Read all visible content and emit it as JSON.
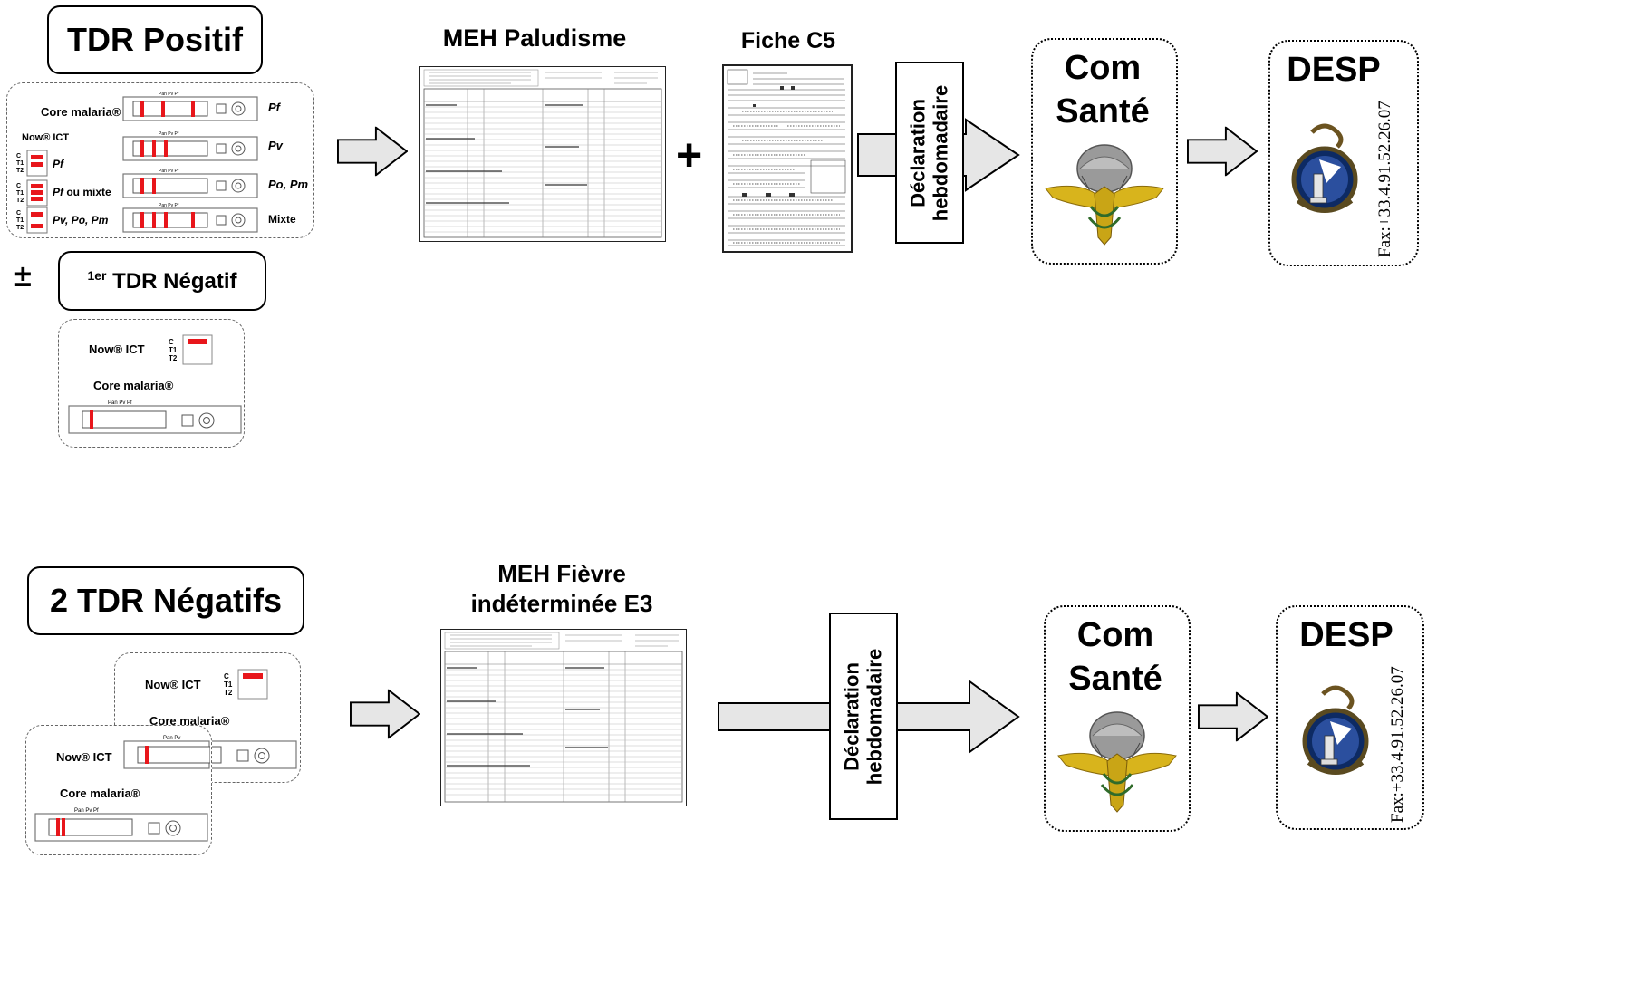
{
  "top": {
    "tdr_positif": "TDR Positif",
    "core_malaria": "Core malaria®",
    "now_ict": "Now® ICT",
    "strip_labels": [
      "Pf",
      "Pv",
      "Po, Pm",
      "Mixte"
    ],
    "now_labels": [
      "Pf",
      "Pf ou mixte",
      "Pv, Po, Pm"
    ],
    "plus_minus": "±",
    "premier_neg_sup": "1er",
    "premier_neg_text": " TDR Négatif",
    "neg_now_ict": "Now® ICT",
    "neg_core_malaria": "Core malaria®",
    "meh_title": "MEH Paludisme",
    "plus": "+",
    "fiche_title": "Fiche C5",
    "declaration": "Déclaration",
    "hebdomadaire": "hebdomadaire",
    "com_sante_1": "Com",
    "com_sante_2": "Santé",
    "desp": "DESP",
    "fax": "Fax:+33.4.91.52.26.07"
  },
  "bottom": {
    "two_tdr_negatifs": "2 TDR Négatifs",
    "now_ict_front": "Now® ICT",
    "core_malaria_front": "Core malaria®",
    "now_ict_back": "Now® ICT",
    "core_malaria_back": "Core malaria®",
    "meh_title_1": "MEH Fièvre",
    "meh_title_2": "indéterminée E3",
    "declaration": "Déclaration",
    "hebdomadaire": "hebdomadaire",
    "com_sante_1": "Com",
    "com_sante_2": "Santé",
    "desp": "DESP",
    "fax": "Fax:+33.4.91.52.26.07"
  },
  "strip_marks": {
    "pan": "Pan",
    "pv": "Pv",
    "pf": "Pf"
  },
  "colors": {
    "test_line": "#e8161b",
    "arrow_fill": "#e6e6e6",
    "emblem_blue": "#2b4f9e",
    "wing_gold": "#d8b41c"
  }
}
